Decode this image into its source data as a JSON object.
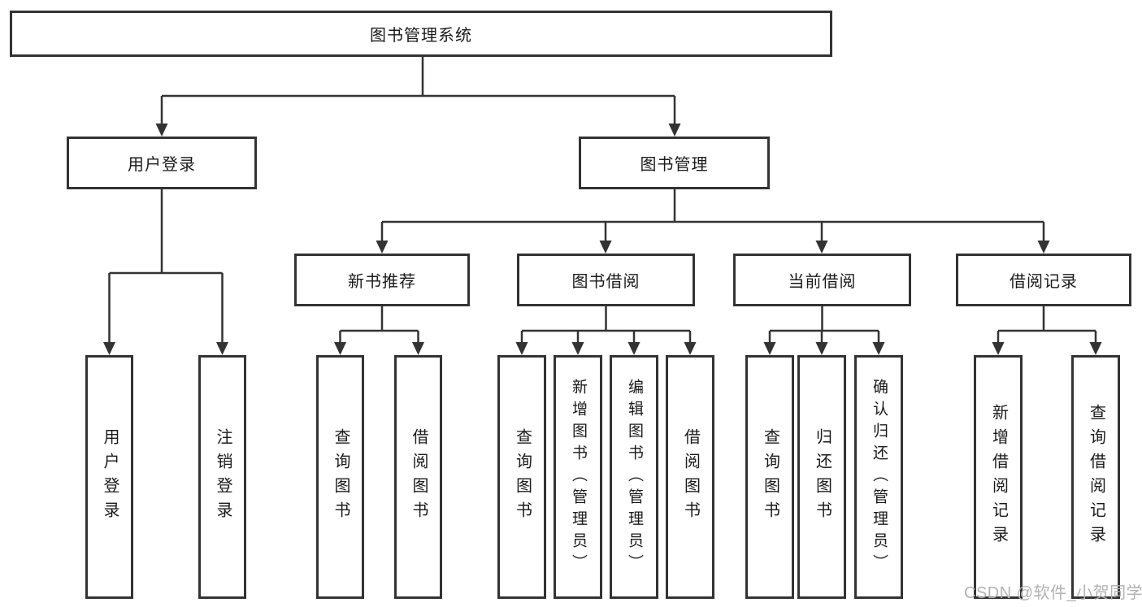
{
  "root": {
    "label": "图书管理系统"
  },
  "level1": {
    "user_login": {
      "label": "用户登录"
    },
    "book_management": {
      "label": "图书管理"
    }
  },
  "level2": {
    "new_book_recommend": {
      "label": "新书推荐"
    },
    "book_borrow": {
      "label": "图书借阅"
    },
    "current_borrow": {
      "label": "当前借阅"
    },
    "borrow_records": {
      "label": "借阅记录"
    }
  },
  "leaves": {
    "user_login": {
      "label": "用户登录"
    },
    "logout_login": {
      "label": "注销登录"
    },
    "recommend_query_books": {
      "label": "查询图书"
    },
    "recommend_borrow_books": {
      "label": "借阅图书"
    },
    "borrow_query_books": {
      "label": "查询图书"
    },
    "borrow_add_books": {
      "label": "新增图书（管理员）"
    },
    "borrow_edit_books": {
      "label": "编辑图书（管理员）"
    },
    "borrow_borrow_books": {
      "label": "借阅图书"
    },
    "current_query_books": {
      "label": "查询图书"
    },
    "current_return_books": {
      "label": "归还图书"
    },
    "current_confirm_return": {
      "label": "确认归还（管理员）"
    },
    "records_add_record": {
      "label": "新增借阅记录"
    },
    "records_query_record": {
      "label": "查询借阅记录"
    }
  },
  "watermark": {
    "text": "CSDN @软件_小贺同学"
  },
  "colors": {
    "line": "#333333",
    "text": "#1a1a1a",
    "watermark": "#b2b2b2",
    "background": "#ffffff"
  }
}
